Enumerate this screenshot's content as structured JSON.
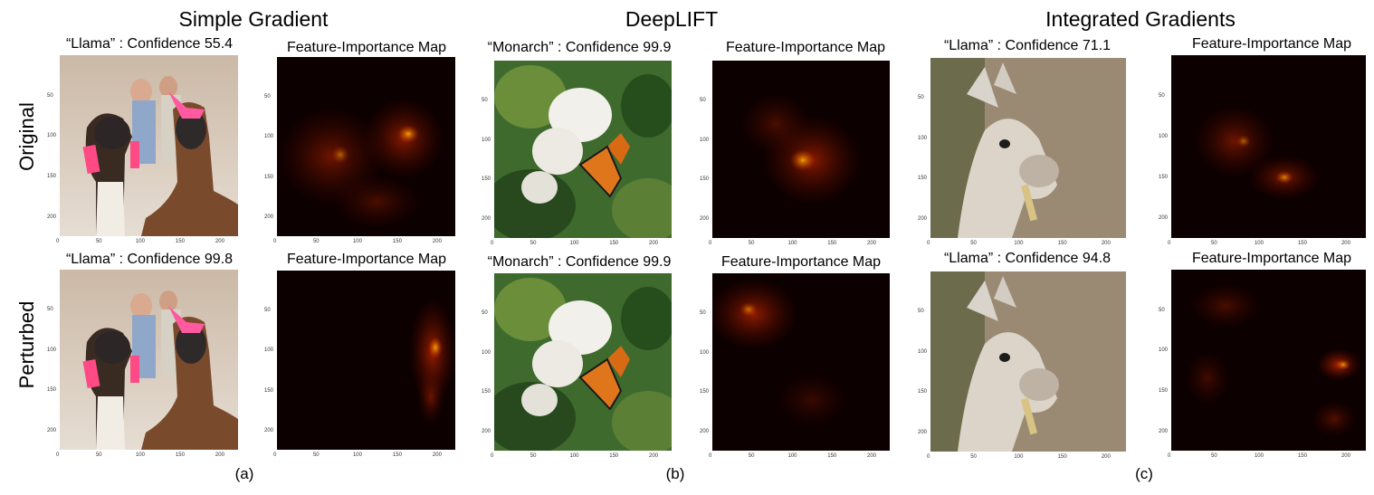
{
  "methods": [
    {
      "title": "Simple Gradient",
      "sublabel": "(a)"
    },
    {
      "title": "DeepLIFT",
      "sublabel": "(b)"
    },
    {
      "title": "Integrated Gradients",
      "sublabel": "(c)"
    }
  ],
  "rows": [
    "Original",
    "Perturbed"
  ],
  "panels": {
    "sg_orig_img": "“Llama” : Confidence 55.4",
    "sg_orig_map": "Feature-Importance Map",
    "dl_orig_img": "“Monarch” : Confidence 99.9",
    "dl_orig_map": "Feature-Importance Map",
    "ig_orig_img": "“Llama” : Confidence 71.1",
    "ig_orig_map": "Feature-Importance Map",
    "sg_pert_img": "“Llama” : Confidence 99.8",
    "sg_pert_map": "Feature-Importance Map",
    "dl_pert_img": "“Monarch” : Confidence 99.9",
    "dl_pert_map": "Feature-Importance Map",
    "ig_pert_img": "“Llama” : Confidence 94.8",
    "ig_pert_map": "Feature-Importance Map"
  },
  "axis_ticks": {
    "x": [
      "0",
      "50",
      "100",
      "150",
      "200"
    ],
    "y": [
      "0",
      "50",
      "100",
      "150",
      "200"
    ]
  },
  "colors": {
    "heatmap_bg": "#0d0000",
    "heat_low": "#5a0a00",
    "heat_mid": "#c62800",
    "heat_high": "#ffd24a"
  }
}
